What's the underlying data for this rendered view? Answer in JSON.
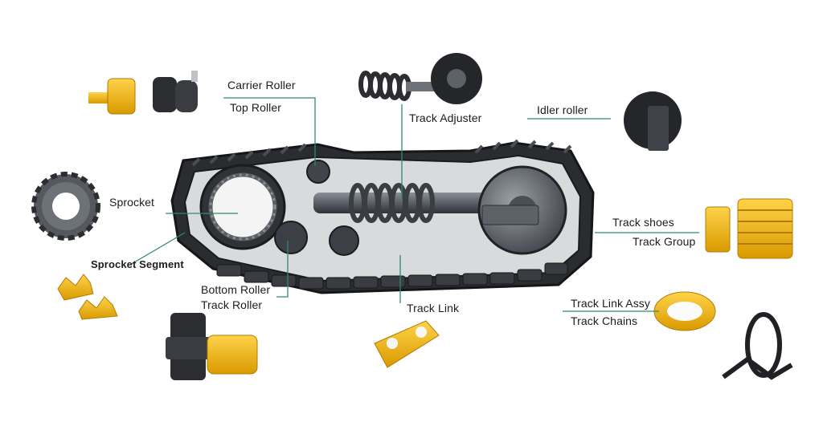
{
  "labels": {
    "carrier_roller": "Carrier Roller",
    "top_roller": "Top Roller",
    "track_adjuster": "Track Adjuster",
    "idler_roller": "Idler roller",
    "sprocket": "Sprocket",
    "sprocket_segment": "Sprocket Segment",
    "bottom_roller": "Bottom Roller",
    "track_roller": "Track Roller",
    "track_link": "Track Link",
    "track_shoes": "Track shoes",
    "track_group": "Track Group",
    "track_link_assy": "Track Link Assy",
    "track_chains": "Track Chains"
  },
  "colors": {
    "leader_line": "#2e8b6e",
    "part_yellow": "#f2b705",
    "part_dark": "#2b2d31",
    "steel": "#6d7178"
  }
}
